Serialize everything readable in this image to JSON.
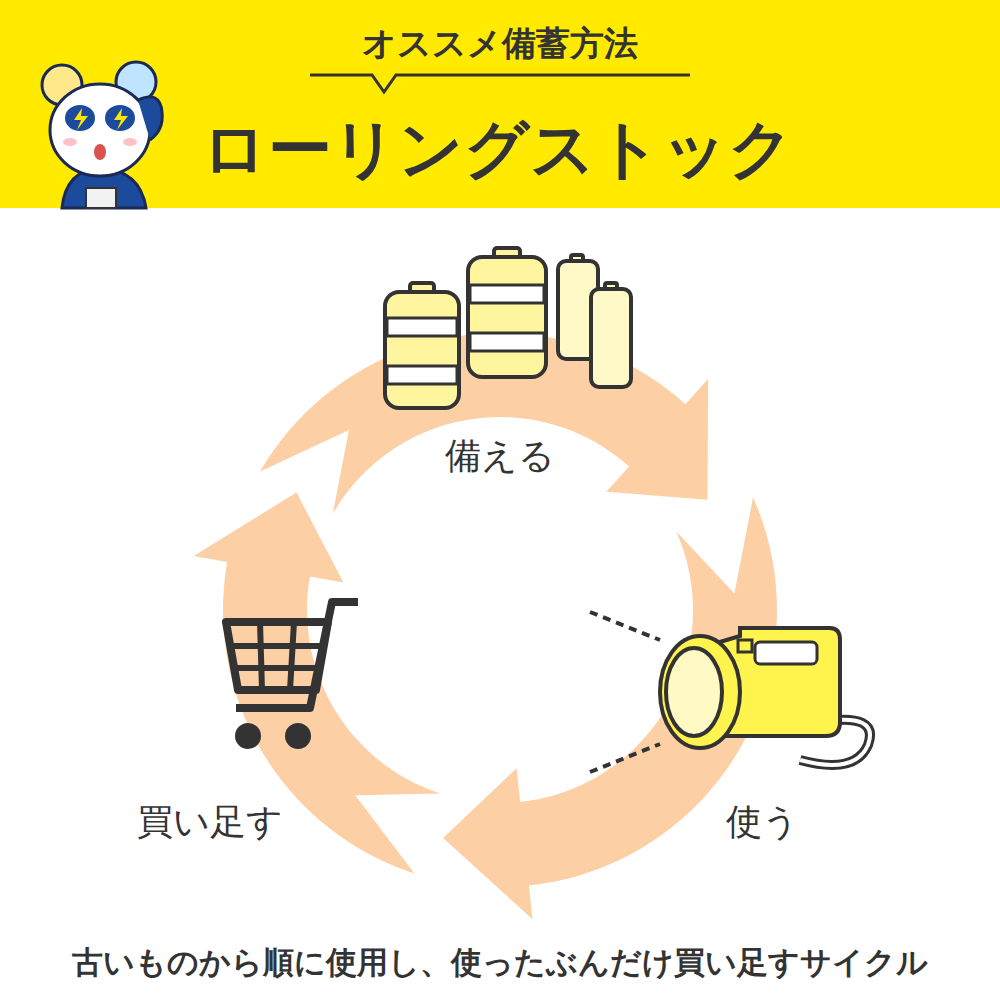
{
  "diagram": {
    "title": "ローリングストック",
    "caption": "古いものから順に使用し、使ったぶんだけ買い足すサイクル",
    "nodes": [
      {
        "text": [
          "備える"
        ]
      },
      {
        "text": [
          "使う"
        ]
      },
      {
        "text": [
          "買い足す"
        ]
      }
    ],
    "edges": [
      {
        "from": 0,
        "to": 1,
        "arrow": "to"
      },
      {
        "from": 1,
        "to": 2,
        "arrow": "to"
      },
      {
        "from": 2,
        "to": 0,
        "arrow": "to"
      }
    ],
    "labels": [
      "オススメ備蓄方法"
    ]
  }
}
